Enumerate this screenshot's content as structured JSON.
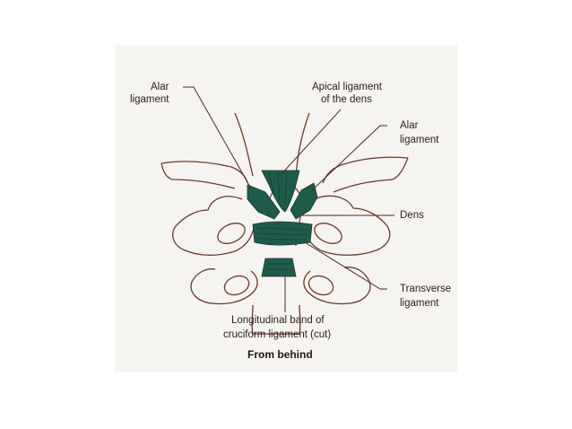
{
  "figure": {
    "labels": {
      "alar_left_line1": "Alar",
      "alar_left_line2": "ligament",
      "apical_line1": "Apical ligament",
      "apical_line2": "of the dens",
      "alar_right_line1": "Alar",
      "alar_right_line2": "ligament",
      "dens": "Dens",
      "transverse_line1": "Transverse",
      "transverse_line2": "ligament",
      "longitudinal_line1": "Longitudinal band of",
      "longitudinal_line2": "cruciform ligament (cut)"
    },
    "caption": "From behind",
    "colors": {
      "ligament": "#1f5b4a",
      "bone_outline": "#6b3a2a",
      "leader_line": "#4a2a20",
      "panel": "#f6f4f0"
    }
  }
}
